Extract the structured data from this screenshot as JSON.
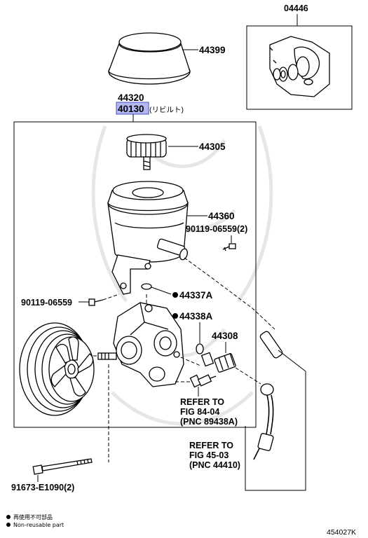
{
  "labels": {
    "p04446": "04446",
    "p44399": "44399",
    "p44320": "44320",
    "p40130": "40130",
    "p40130_note": "(リビルト)",
    "p44305": "44305",
    "p44360": "44360",
    "p90119_a": "90119-06559(2)",
    "p90119_b": "90119-06559",
    "p44337A": "44337A",
    "p44338A": "44338A",
    "p44308": "44308",
    "refer1_l1": "REFER TO",
    "refer1_l2": "FIG 84-04",
    "refer1_l3": "(PNC 89438A)",
    "refer2_l1": "REFER TO",
    "refer2_l2": "FIG 45-03",
    "refer2_l3": "(PNC 44410)",
    "p91673": "91673-E1090(2)"
  },
  "legend": {
    "jp": "再使用不可部品",
    "en": "Non-reusable part"
  },
  "figure_id": "454027K",
  "colors": {
    "highlight_fill": "#b4b8f0",
    "highlight_stroke": "#4a4fc0"
  }
}
